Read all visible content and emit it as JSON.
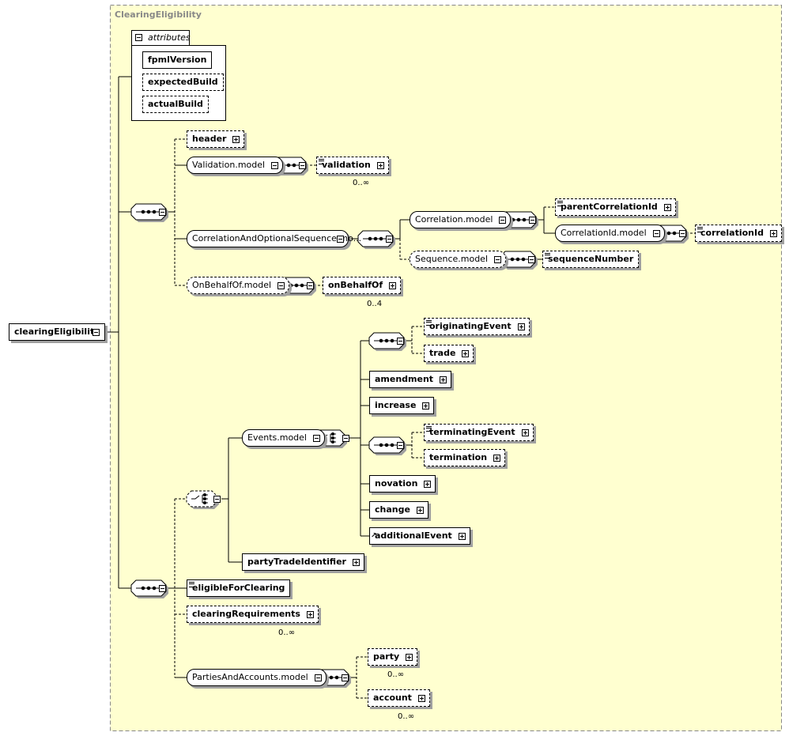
{
  "container": {
    "title": "ClearingEligibility"
  },
  "root": {
    "label": "clearingEligibility"
  },
  "attributes": {
    "header": "attributes",
    "items": [
      "fpmlVersion",
      "expectedBuild",
      "actualBuild"
    ]
  },
  "nodes": {
    "header": "header",
    "validation_model": "Validation.model",
    "validation": "validation",
    "validation_card": "0..∞",
    "correlation_seq": "CorrelationAndOptionalSequence.mo...",
    "correlation_model": "Correlation.model",
    "parent_correlation": "parentCorrelationId",
    "correlation_id_model": "CorrelationId.model",
    "correlation_id": "correlationId",
    "sequence_model": "Sequence.model",
    "sequence_number": "sequenceNumber",
    "on_behalf_model": "OnBehalfOf.model",
    "on_behalf": "onBehalfOf",
    "on_behalf_card": "0..4",
    "events_model": "Events.model",
    "originating_event": "originatingEvent",
    "trade": "trade",
    "amendment": "amendment",
    "increase": "increase",
    "terminating_event": "terminatingEvent",
    "termination": "termination",
    "novation": "novation",
    "change": "change",
    "additional_event": "additionalEvent",
    "party_trade_identifier": "partyTradeIdentifier",
    "eligible_for_clearing": "eligibleForClearing",
    "clearing_requirements": "clearingRequirements",
    "clearing_requirements_card": "0..∞",
    "parties_accounts_model": "PartiesAndAccounts.model",
    "party": "party",
    "party_card": "0..∞",
    "account": "account",
    "account_card": "0..∞"
  }
}
